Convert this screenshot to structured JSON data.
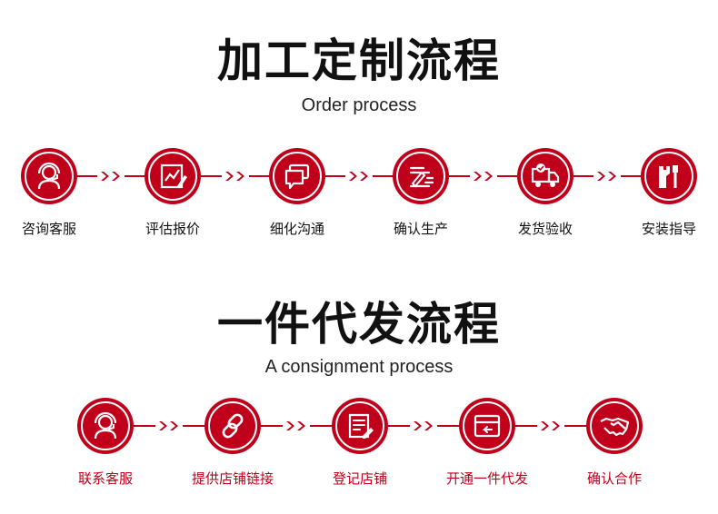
{
  "section1": {
    "title": "加工定制流程",
    "subtitle": "Order process",
    "steps": [
      {
        "label": "咨询客服",
        "icon": "customer-service-icon"
      },
      {
        "label": "评估报价",
        "icon": "chart-quote-icon"
      },
      {
        "label": "细化沟通",
        "icon": "chat-icon"
      },
      {
        "label": "确认生产",
        "icon": "production-icon"
      },
      {
        "label": "发货验收",
        "icon": "delivery-truck-icon"
      },
      {
        "label": "安装指导",
        "icon": "tools-icon"
      }
    ]
  },
  "section2": {
    "title": "一件代发流程",
    "subtitle": "A consignment process",
    "steps": [
      {
        "label": "联系客服",
        "icon": "customer-service-icon"
      },
      {
        "label": "提供店铺链接",
        "icon": "link-icon"
      },
      {
        "label": "登记店铺",
        "icon": "register-icon"
      },
      {
        "label": "开通一件代发",
        "icon": "inbox-icon"
      },
      {
        "label": "确认合作",
        "icon": "handshake-icon"
      }
    ]
  },
  "colors": {
    "accent": "#c0001a",
    "text": "#111111"
  }
}
